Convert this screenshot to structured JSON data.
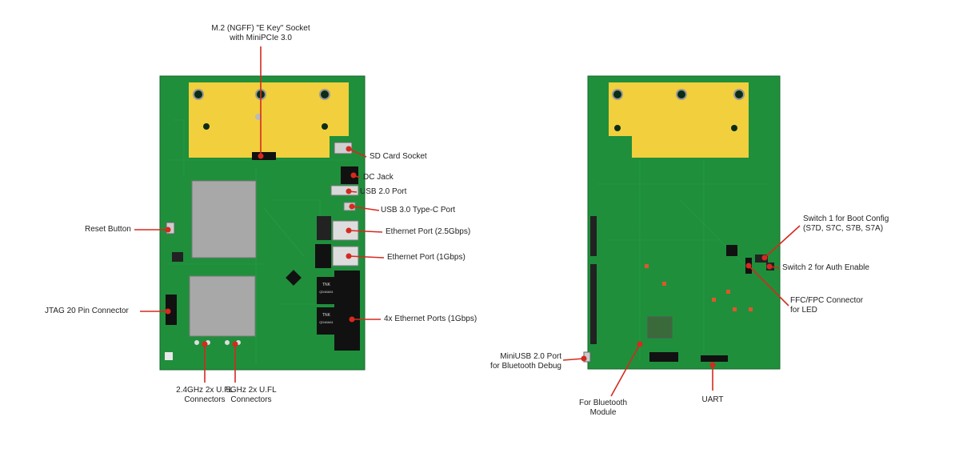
{
  "colors": {
    "board": "#1f8f3c",
    "board_dark": "#166d2c",
    "module_area": "#f2cf3c",
    "leader": "#d42a1f",
    "heatsink": "#a8a8a8",
    "port": "#111111"
  },
  "front_labels": {
    "m2_line1": "M.2 (NGFF) \"E Key\" Socket",
    "m2_line2": "with MiniPCIe 3.0",
    "sd_card": "SD Card Socket",
    "dc_jack": "DC Jack",
    "usb2": "USB 2.0 Port",
    "usb3": "USB 3.0 Type-C Port",
    "reset": "Reset Button",
    "eth25": "Ethernet Port (2.5Gbps)",
    "eth1": "Ethernet Port (1Gbps)",
    "jtag": "JTAG 20 Pin Connector",
    "eth4x": "4x Ethernet Ports (1Gbps)",
    "ufl24_line1": "2.4GHz 2x U.FL",
    "ufl24_line2": "Connectors",
    "ufl5_line1": "5GHz 2x U.FL",
    "ufl5_line2": "Connectors"
  },
  "back_labels": {
    "switch1_line1": "Switch 1 for Boot Config",
    "switch1_line2": "(S7D, S7C, S7B, S7A)",
    "switch2": "Switch 2 for Auth Enable",
    "ffc_line1": "FFC/FPC Connector",
    "ffc_line2": "for LED",
    "miniusb_line1": "MiniUSB 2.0 Port",
    "miniusb_line2": "for Bluetooth Debug",
    "bt_line1": "For Bluetooth",
    "bt_line2": "Module",
    "uart": "UART"
  },
  "chip_markings": {
    "chip1_line1": "TNK",
    "chip1_line2": "QD48A61",
    "chip2_line1": "TNK",
    "chip2_line2": "QD48A61"
  }
}
